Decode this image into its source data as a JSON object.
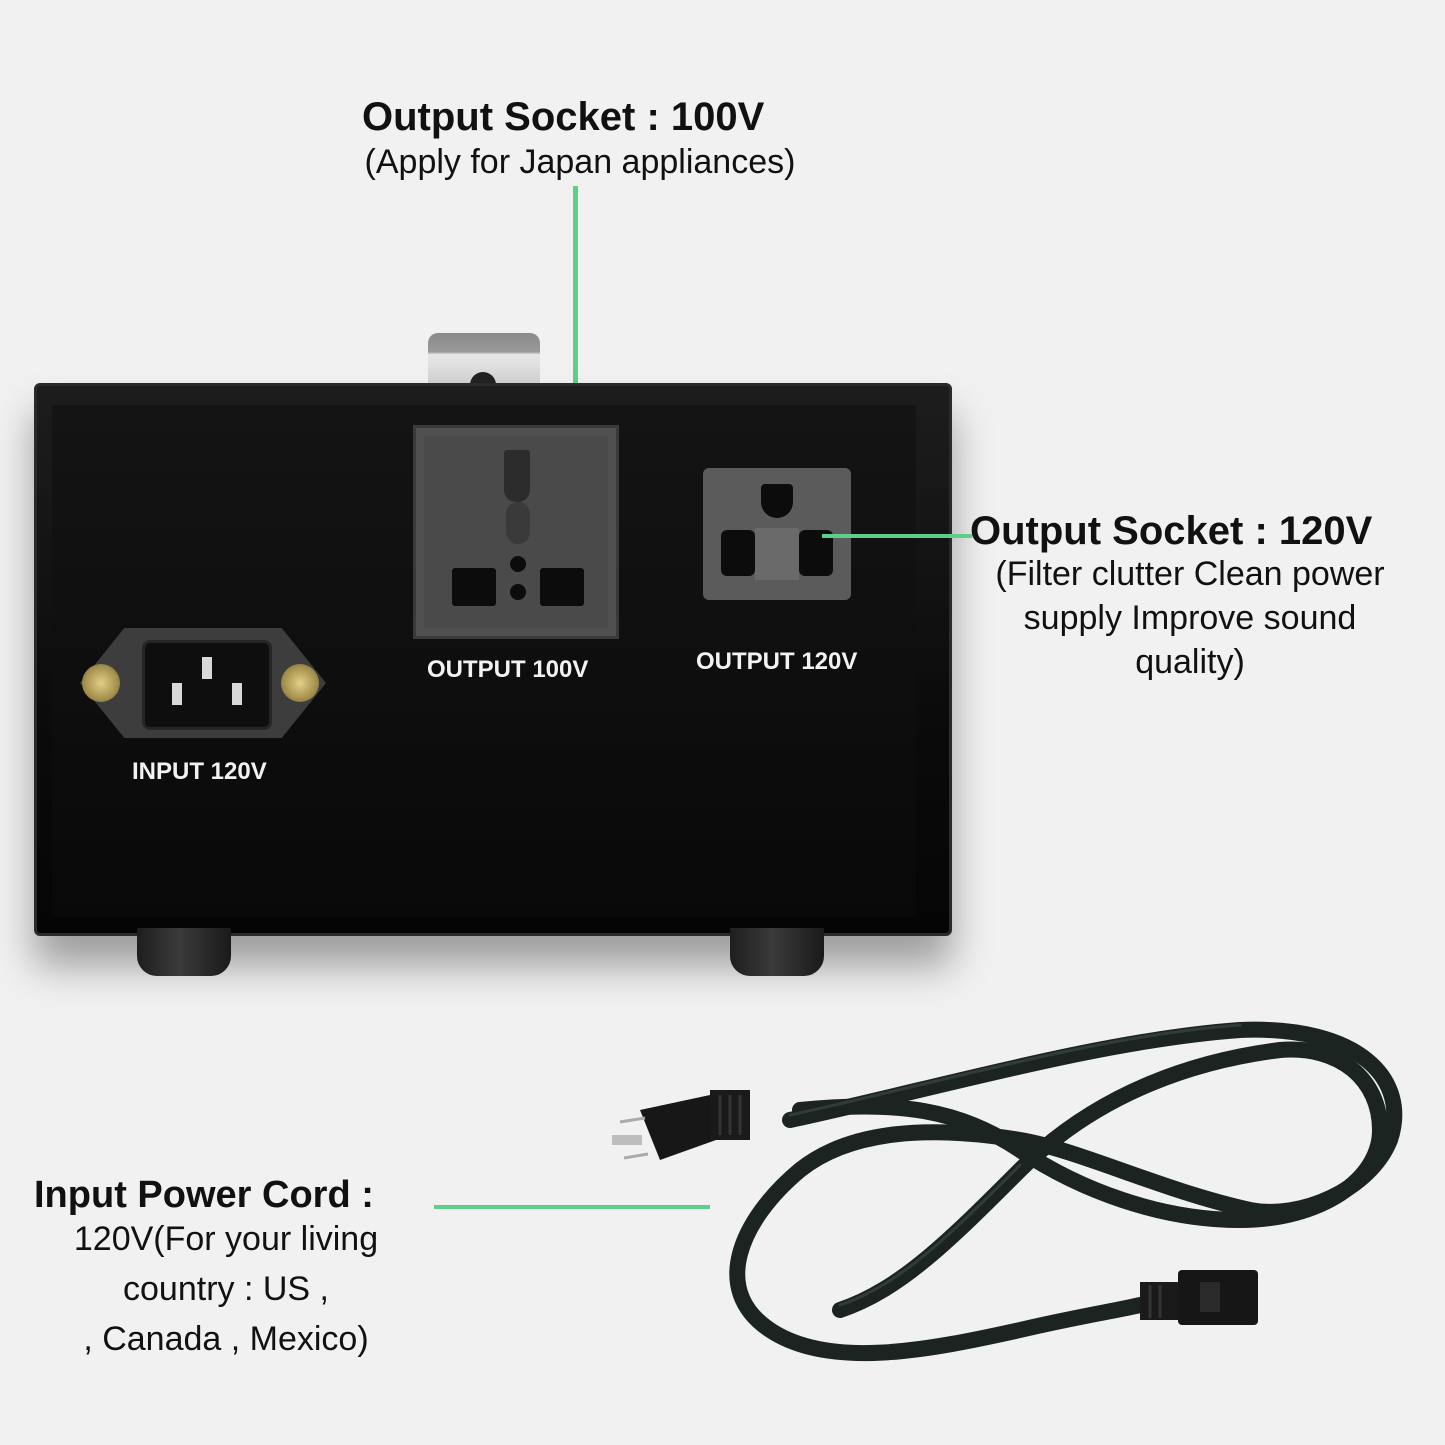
{
  "callouts": {
    "output_100v": {
      "title": "Output Socket : 100V",
      "description": "(Apply for Japan appliances)"
    },
    "output_120v": {
      "title": "Output Socket : 120V",
      "description_lines": [
        "(Filter clutter Clean power",
        "supply Improve sound",
        "quality)"
      ]
    },
    "input_cord": {
      "title": "Input Power Cord :",
      "description_lines": [
        "120V(For your living",
        "country : US ,",
        ", Canada , Mexico)"
      ]
    }
  },
  "panel_labels": {
    "input": "INPUT 120V",
    "output_100v": "OUTPUT 100V",
    "output_120v": "OUTPUT 120V"
  },
  "colors": {
    "leader_line": "#5ccf8a",
    "background": "#f1f1f1",
    "box": "#0b0b0b"
  }
}
